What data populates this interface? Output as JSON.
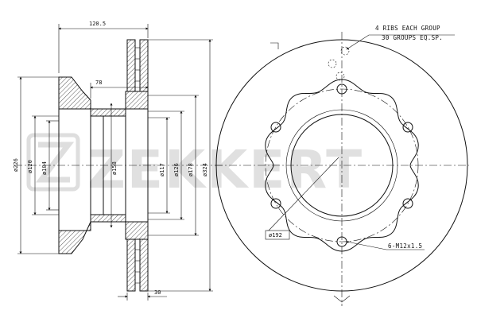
{
  "brand": {
    "watermark": "ZEKKERT"
  },
  "side_view": {
    "dim_width_total": "120.5",
    "dim_hub_depth": "78",
    "dim_friction_width": "30",
    "diameters": [
      "ø226",
      "ø120",
      "ø104",
      "ø158",
      "ø117",
      "ø126",
      "ø178",
      "ø324"
    ]
  },
  "front_view": {
    "note_ribs_line1": "4 RIBS EACH GROUP",
    "note_ribs_line2": "30 GROUPS EQ.SP.",
    "dim_bolt_circle": "ø192",
    "dim_bolts": "6-M12x1.5"
  }
}
